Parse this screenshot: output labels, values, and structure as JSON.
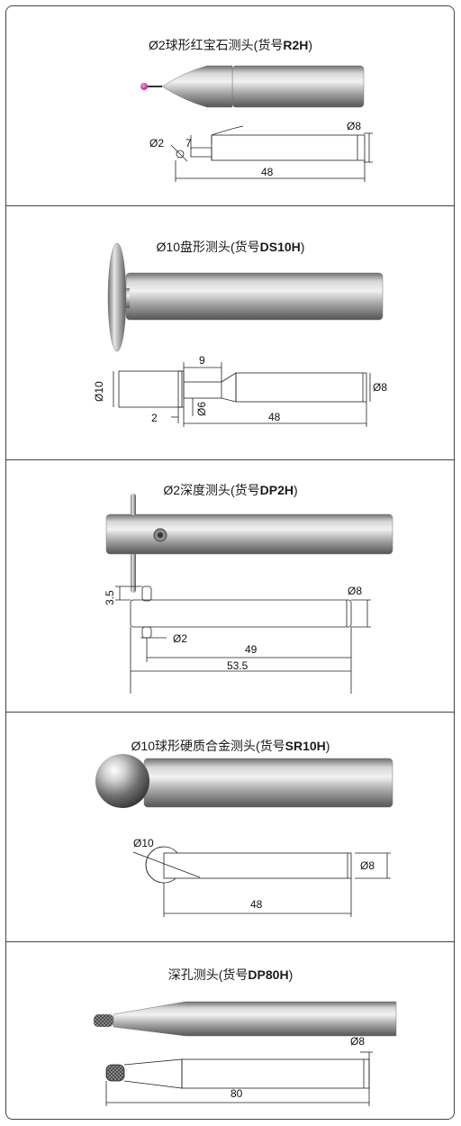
{
  "sections": [
    {
      "title": "Ø2球形红宝石测头(货号",
      "code": "R2H",
      "close": ")",
      "dims": {
        "tip_dia": "Ø2",
        "tip_len": "7",
        "length": "48",
        "shank_dia": "Ø8"
      }
    },
    {
      "title": "Ø10盘形测头(货号",
      "code": "DS10H",
      "close": ")",
      "dims": {
        "disc_dia": "Ø10",
        "disc_thk": "2",
        "neck_len": "9",
        "neck_dia": "Ø6",
        "length": "48",
        "shank_dia": "Ø8"
      }
    },
    {
      "title": "Ø2深度测头(货号",
      "code": "DP2H",
      "close": ")",
      "dims": {
        "pin_len": "3.5",
        "shank_dia": "Ø8",
        "pin_dia": "Ø2",
        "len_a": "49",
        "len_b": "53.5"
      }
    },
    {
      "title": "Ø10球形硬质合金测头(货号",
      "code": "SR10H",
      "close": ")",
      "dims": {
        "ball_dia": "Ø10",
        "shank_dia": "Ø8",
        "length": "48"
      }
    },
    {
      "title": "深孔测头(货号",
      "code": "DP80H",
      "close": ")",
      "dims": {
        "shank_dia": "Ø8",
        "length": "80"
      }
    }
  ]
}
